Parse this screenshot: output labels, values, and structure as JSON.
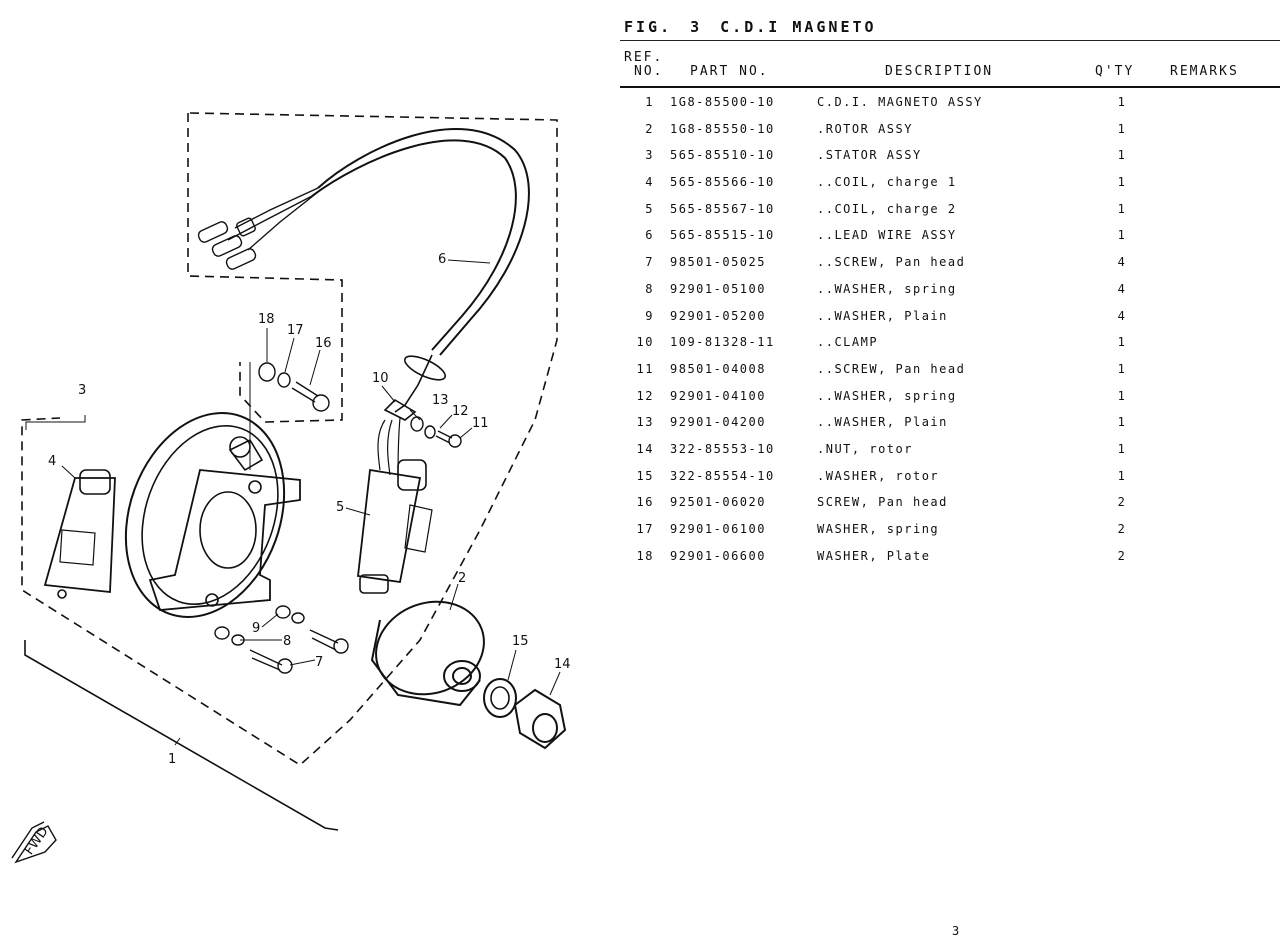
{
  "figure": {
    "label": "FIG.",
    "number": "3",
    "title": "C.D.I MAGNETO"
  },
  "table": {
    "headers": {
      "ref_line1": "REF.",
      "ref_line2": "NO.",
      "part_no": "PART NO.",
      "description": "DESCRIPTION",
      "qty": "Q'TY",
      "remarks": "REMARKS"
    },
    "rows": [
      {
        "ref": "1",
        "part": "1G8-85500-10",
        "desc": "C.D.I. MAGNETO ASSY",
        "qty": "1",
        "remarks": ""
      },
      {
        "ref": "2",
        "part": "1G8-85550-10",
        "desc": ".ROTOR ASSY",
        "qty": "1",
        "remarks": ""
      },
      {
        "ref": "3",
        "part": "565-85510-10",
        "desc": ".STATOR ASSY",
        "qty": "1",
        "remarks": ""
      },
      {
        "ref": "4",
        "part": "565-85566-10",
        "desc": "..COIL, charge 1",
        "qty": "1",
        "remarks": ""
      },
      {
        "ref": "5",
        "part": "565-85567-10",
        "desc": "..COIL, charge 2",
        "qty": "1",
        "remarks": ""
      },
      {
        "ref": "6",
        "part": "565-85515-10",
        "desc": "..LEAD WIRE ASSY",
        "qty": "1",
        "remarks": ""
      },
      {
        "ref": "7",
        "part": "98501-05025",
        "desc": "..SCREW, Pan head",
        "qty": "4",
        "remarks": ""
      },
      {
        "ref": "8",
        "part": "92901-05100",
        "desc": "..WASHER, spring",
        "qty": "4",
        "remarks": ""
      },
      {
        "ref": "9",
        "part": "92901-05200",
        "desc": "..WASHER, Plain",
        "qty": "4",
        "remarks": ""
      },
      {
        "ref": "10",
        "part": "109-81328-11",
        "desc": "..CLAMP",
        "qty": "1",
        "remarks": ""
      },
      {
        "ref": "11",
        "part": "98501-04008",
        "desc": "..SCREW, Pan head",
        "qty": "1",
        "remarks": ""
      },
      {
        "ref": "12",
        "part": "92901-04100",
        "desc": "..WASHER, spring",
        "qty": "1",
        "remarks": ""
      },
      {
        "ref": "13",
        "part": "92901-04200",
        "desc": "..WASHER, Plain",
        "qty": "1",
        "remarks": ""
      },
      {
        "ref": "14",
        "part": "322-85553-10",
        "desc": ".NUT, rotor",
        "qty": "1",
        "remarks": ""
      },
      {
        "ref": "15",
        "part": "322-85554-10",
        "desc": ".WASHER, rotor",
        "qty": "1",
        "remarks": ""
      },
      {
        "ref": "16",
        "part": "92501-06020",
        "desc": "SCREW, Pan head",
        "qty": "2",
        "remarks": ""
      },
      {
        "ref": "17",
        "part": "92901-06100",
        "desc": "WASHER, spring",
        "qty": "2",
        "remarks": ""
      },
      {
        "ref": "18",
        "part": "92901-06600",
        "desc": "WASHER, Plate",
        "qty": "2",
        "remarks": ""
      }
    ]
  },
  "diagram": {
    "callouts": [
      "1",
      "2",
      "3",
      "4",
      "5",
      "6",
      "7",
      "8",
      "9",
      "10",
      "11",
      "12",
      "13",
      "14",
      "15",
      "16",
      "17",
      "18"
    ],
    "fwd_label": "FWD"
  },
  "page_number": "3"
}
